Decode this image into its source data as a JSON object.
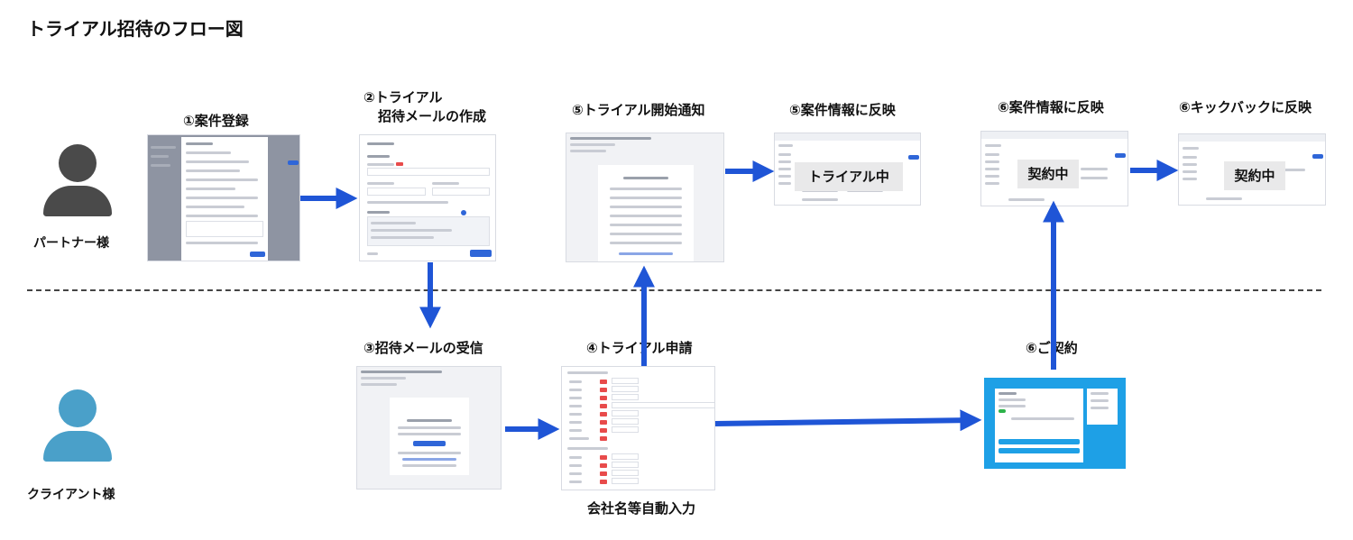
{
  "title": "トライアル招待のフロー図",
  "actors": {
    "partner": "パートナー様",
    "client": "クライアント様"
  },
  "steps": {
    "s1": "①案件登録",
    "s2a": "②トライアル",
    "s2b": "招待メールの作成",
    "s3": "③招待メールの受信",
    "s4": "④トライアル申請",
    "s5a": "⑤トライアル開始通知",
    "s5b": "⑤案件情報に反映",
    "s6a": "⑥案件情報に反映",
    "s6b": "⑥キックバックに反映",
    "s6c": "⑥ご契約"
  },
  "note_autofill": "会社名等自動入力",
  "badges": {
    "trial": "トライアル中",
    "contract1": "契約中",
    "contract2": "契約中"
  },
  "colors": {
    "arrow": "#1f55d6",
    "partner_icon": "#4a4a4a",
    "client_icon": "#4aa0c9"
  },
  "icons": {
    "partner": "person-icon",
    "client": "person-icon"
  }
}
